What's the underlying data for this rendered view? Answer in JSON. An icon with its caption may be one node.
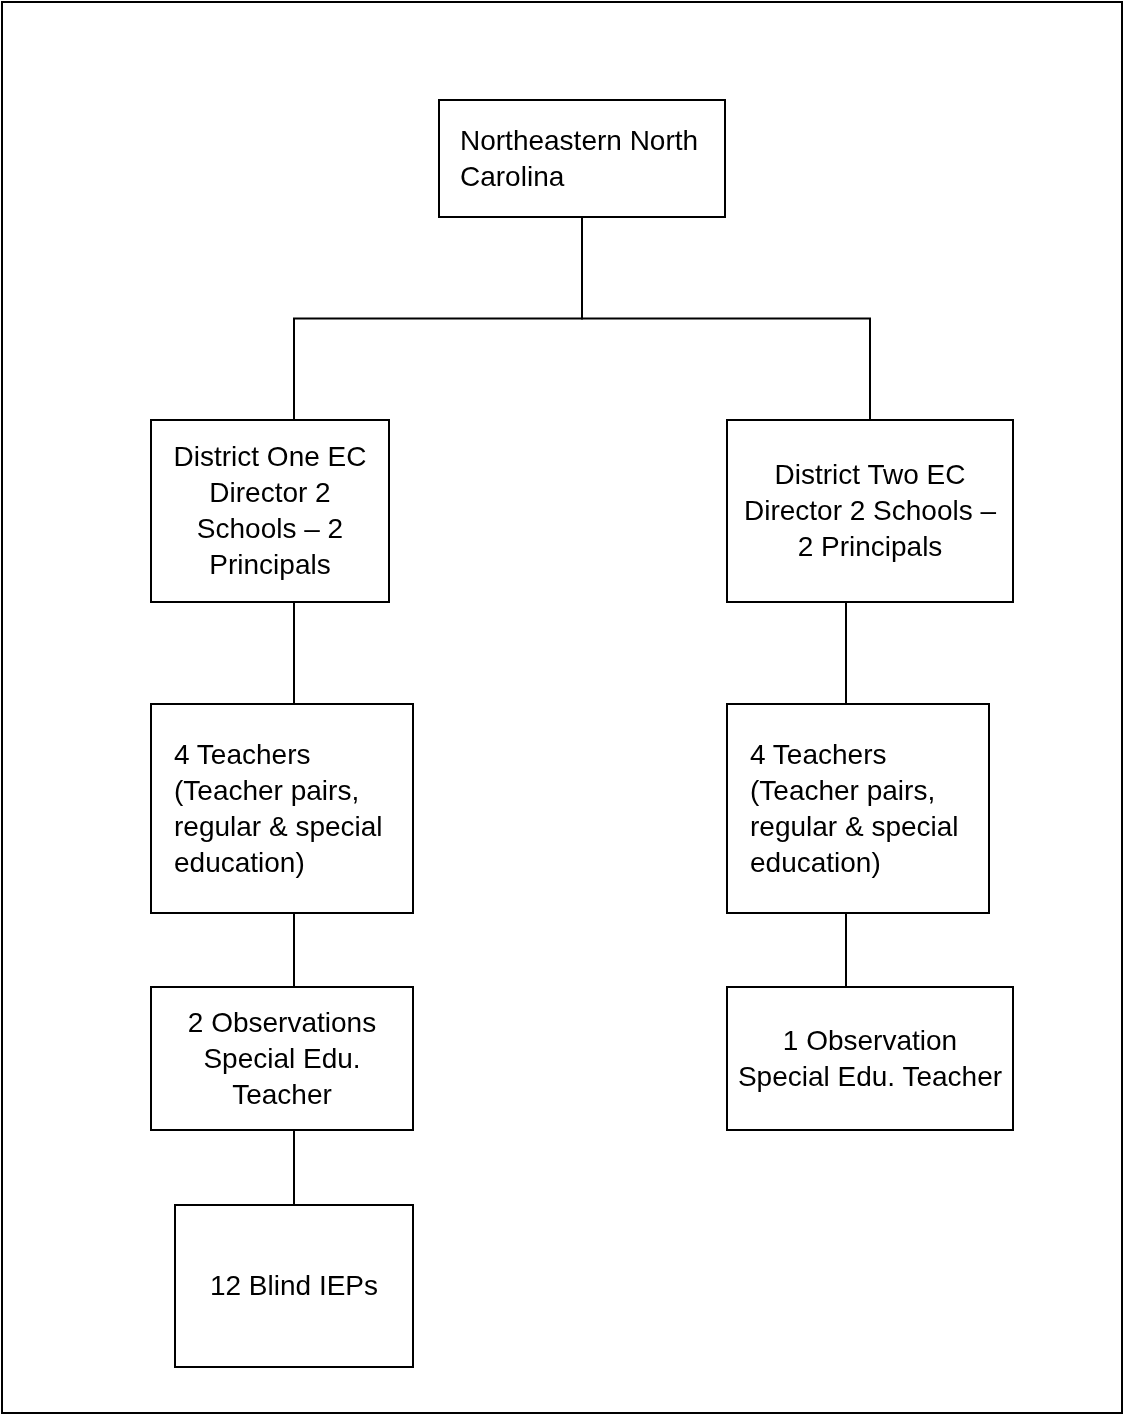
{
  "diagram": {
    "nodes": [
      {
        "text": [
          "Northeastern North Carolina"
        ]
      },
      {
        "text": [
          "District One EC Director 2 Schools – 2 Principals"
        ]
      },
      {
        "text": [
          "District Two EC Director 2 Schools – 2 Principals"
        ]
      },
      {
        "text": [
          "4 Teachers (Teacher pairs, regular & special education)"
        ]
      },
      {
        "text": [
          "4 Teachers (Teacher pairs, regular & special education)"
        ]
      },
      {
        "text": [
          "2 Observations Special Edu. Teacher"
        ]
      },
      {
        "text": [
          "1 Observation Special Edu. Teacher"
        ]
      },
      {
        "text": [
          "12 Blind IEPs"
        ]
      }
    ],
    "edges": [
      {
        "from": 0,
        "to": 1,
        "arrow": "none"
      },
      {
        "from": 0,
        "to": 2,
        "arrow": "none"
      },
      {
        "from": 1,
        "to": 3,
        "arrow": "none"
      },
      {
        "from": 2,
        "to": 4,
        "arrow": "none"
      },
      {
        "from": 3,
        "to": 5,
        "arrow": "none"
      },
      {
        "from": 4,
        "to": 6,
        "arrow": "none"
      },
      {
        "from": 5,
        "to": 7,
        "arrow": "none"
      }
    ]
  }
}
